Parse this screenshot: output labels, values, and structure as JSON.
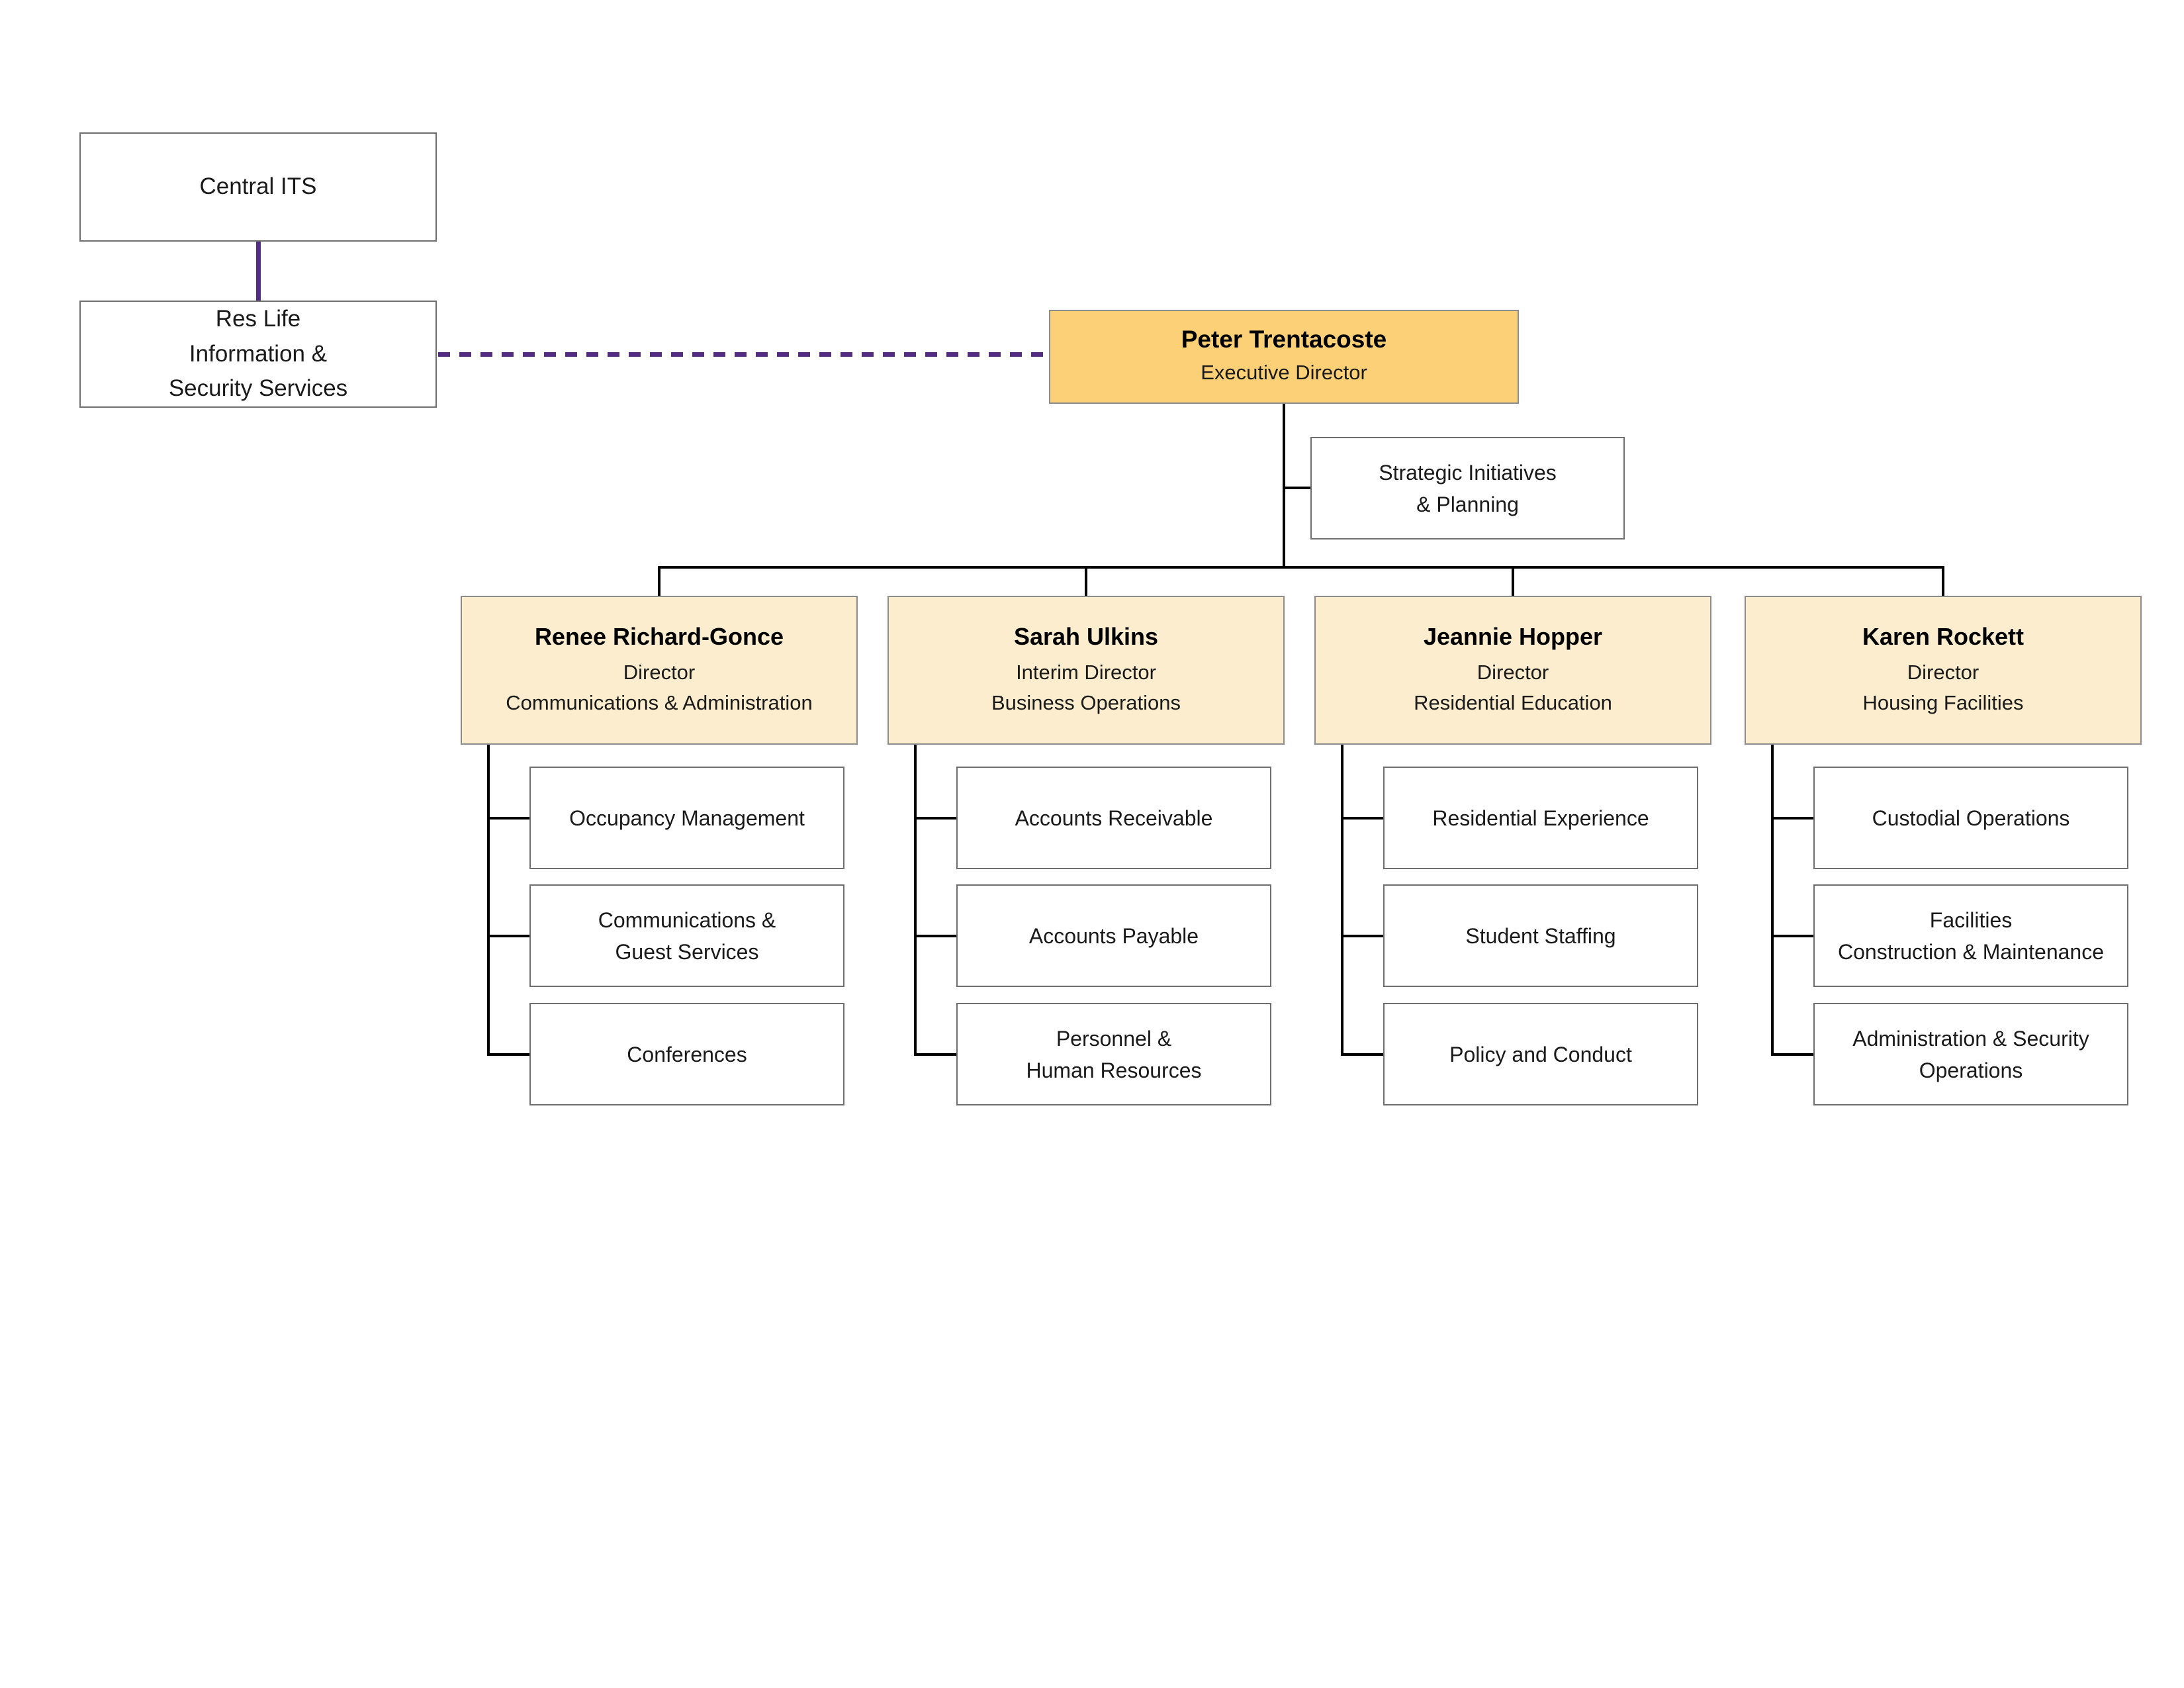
{
  "diagram": {
    "external": {
      "central_its": "Central ITS",
      "res_life": "Res Life\nInformation &\nSecurity Services"
    },
    "executive": {
      "name": "Peter Trentacoste",
      "title": "Executive Director"
    },
    "staff": "Strategic Initiatives\n& Planning",
    "directors": [
      {
        "name": "Renee Richard-Gonce",
        "title": "Director",
        "department": "Communications & Administration",
        "reports": [
          "Occupancy Management",
          "Communications &\nGuest Services",
          "Conferences"
        ]
      },
      {
        "name": "Sarah Ulkins",
        "title": "Interim Director",
        "department": "Business Operations",
        "reports": [
          "Accounts Receivable",
          "Accounts Payable",
          "Personnel &\nHuman Resources"
        ]
      },
      {
        "name": "Jeannie Hopper",
        "title": "Director",
        "department": "Residential Education",
        "reports": [
          "Residential Experience",
          "Student Staffing",
          "Policy and Conduct"
        ]
      },
      {
        "name": "Karen Rockett",
        "title": "Director",
        "department": "Housing Facilities",
        "reports": [
          "Custodial Operations",
          "Facilities\nConstruction & Maintenance",
          "Administration & Security\nOperations"
        ]
      }
    ],
    "colors": {
      "executive_fill": "#FBD077",
      "director_fill": "#FBEDCD",
      "connector_line": "#000000",
      "its_connector_line": "#522D80",
      "box_border": "#6E6E6E",
      "tinted_box_border": "#8C8C8C"
    }
  }
}
